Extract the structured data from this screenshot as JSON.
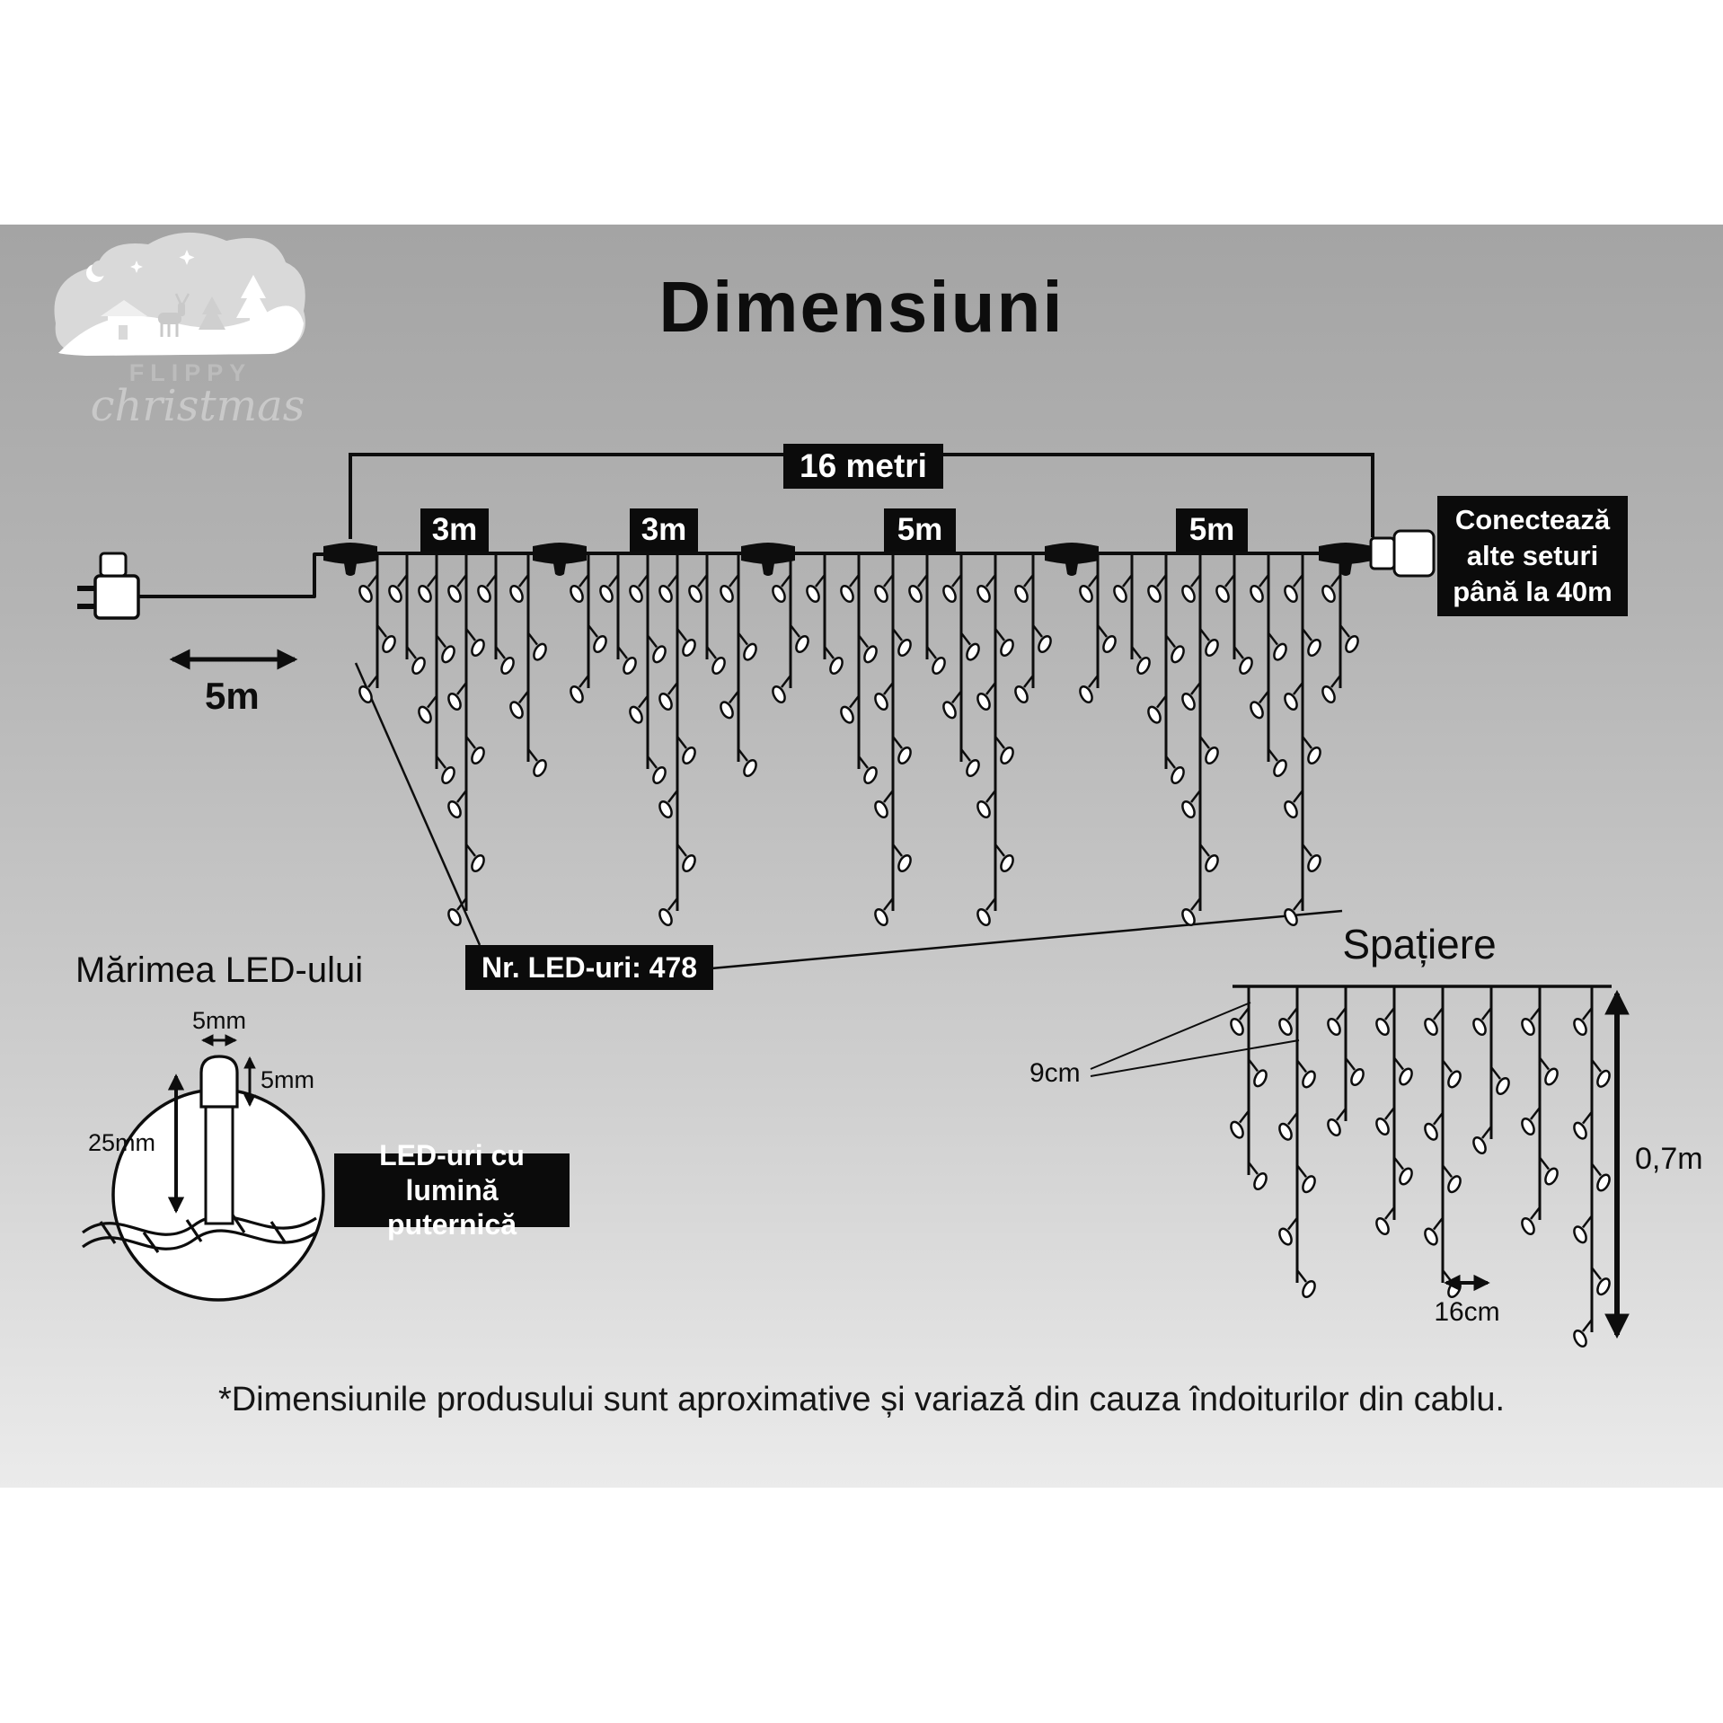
{
  "page": {
    "title": "Dimensiuni",
    "footnote": "*Dimensiunile produsului sunt aproximative și variază din cauza îndoiturilor din cablu."
  },
  "logo": {
    "brand": "FLIPPY",
    "script": "christmas"
  },
  "curtain": {
    "total_length": "16 metri",
    "segments": [
      {
        "label": "3m"
      },
      {
        "label": "3m"
      },
      {
        "label": "5m"
      },
      {
        "label": "5m"
      }
    ],
    "lead_length": "5m",
    "connect_note": "Conectează alte seturi până la 40m",
    "led_count": "Nr. LED-uri: 478"
  },
  "led_size": {
    "title": "Mărimea LED-ului",
    "bulb_width": "5mm",
    "bulb_height": "5mm",
    "total_height": "25mm",
    "note": "LED-uri cu lumină puternică"
  },
  "spacing": {
    "title": "Spațiere",
    "led_gap": "9cm",
    "drop_gap": "16cm",
    "drop_height": "0,7m"
  }
}
